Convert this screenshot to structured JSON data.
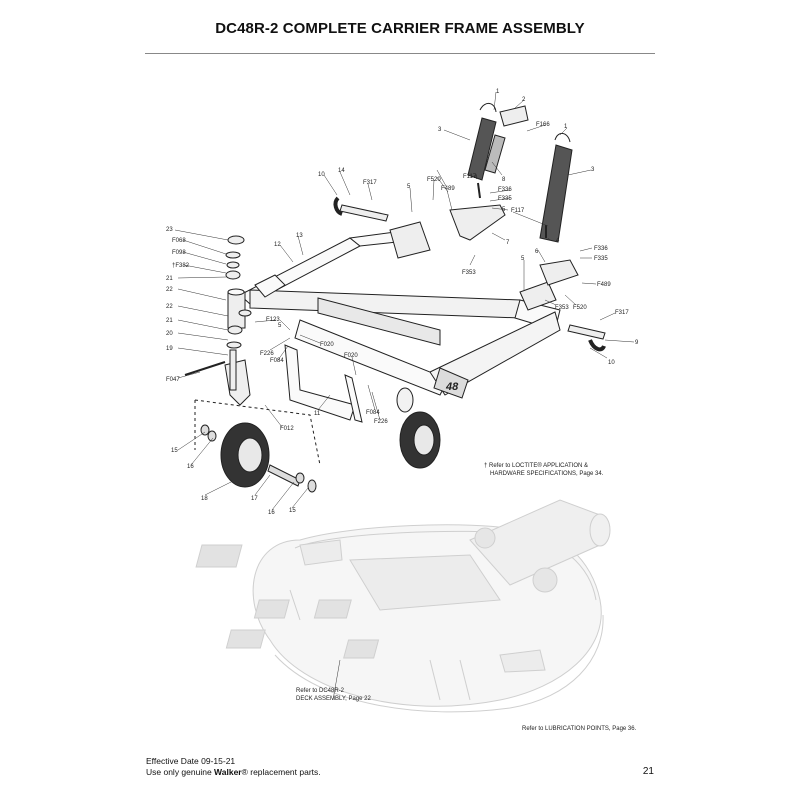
{
  "page": {
    "title": "DC48R-2 COMPLETE CARRIER FRAME ASSEMBLY",
    "page_number": "21"
  },
  "notes": {
    "loctite_line1": "† Refer to LOCTITE® APPLICATION &",
    "loctite_line2": "HARDWARE SPECIFICATIONS, Page 34.",
    "deck_line1": "Refer to DC48R-2",
    "deck_line2": "DECK ASSEMBLY, Page 22",
    "lubrication": "Refer to LUBRICATION POINTS, Page 36."
  },
  "footer": {
    "effective_date": "Effective Date 09-15-21",
    "genuine_prefix": "Use only genuine ",
    "brand": "Walker",
    "genuine_suffix": "® replacement parts."
  },
  "frame_decal": "48",
  "callouts": [
    {
      "id": "c1",
      "text": "1"
    },
    {
      "id": "c2",
      "text": "2"
    },
    {
      "id": "c3",
      "text": "3"
    },
    {
      "id": "c4",
      "text": "F166"
    },
    {
      "id": "c5",
      "text": "1"
    },
    {
      "id": "c6",
      "text": "3"
    },
    {
      "id": "c7",
      "text": "8"
    },
    {
      "id": "c8",
      "text": "F117"
    },
    {
      "id": "c9",
      "text": "4"
    },
    {
      "id": "c10",
      "text": "F336"
    },
    {
      "id": "c11",
      "text": "F335"
    },
    {
      "id": "c12",
      "text": "5"
    },
    {
      "id": "c13",
      "text": "F117"
    },
    {
      "id": "c14",
      "text": "4"
    },
    {
      "id": "c15",
      "text": "F520"
    },
    {
      "id": "c16",
      "text": "F489"
    },
    {
      "id": "c17",
      "text": "5"
    },
    {
      "id": "c18",
      "text": "F317"
    },
    {
      "id": "c19",
      "text": "10"
    },
    {
      "id": "c20",
      "text": "14"
    },
    {
      "id": "c21",
      "text": "7"
    },
    {
      "id": "c22",
      "text": "F353"
    },
    {
      "id": "c23",
      "text": "6"
    },
    {
      "id": "c24",
      "text": "F336"
    },
    {
      "id": "c25",
      "text": "F335"
    },
    {
      "id": "c26",
      "text": "5"
    },
    {
      "id": "c27",
      "text": "F489"
    },
    {
      "id": "c28",
      "text": "F353"
    },
    {
      "id": "c29",
      "text": "F520"
    },
    {
      "id": "c30",
      "text": "F317"
    },
    {
      "id": "c31",
      "text": "9"
    },
    {
      "id": "c32",
      "text": "10"
    },
    {
      "id": "c33",
      "text": "23"
    },
    {
      "id": "c34",
      "text": "F068"
    },
    {
      "id": "c35",
      "text": "F098"
    },
    {
      "id": "c36",
      "text": "†F382"
    },
    {
      "id": "c37",
      "text": "21"
    },
    {
      "id": "c38",
      "text": "22"
    },
    {
      "id": "c39",
      "text": "12"
    },
    {
      "id": "c40",
      "text": "13"
    },
    {
      "id": "c41",
      "text": "22"
    },
    {
      "id": "c42",
      "text": "21"
    },
    {
      "id": "c43",
      "text": "20"
    },
    {
      "id": "c44",
      "text": "19"
    },
    {
      "id": "c45",
      "text": "F047"
    },
    {
      "id": "c46",
      "text": "F123"
    },
    {
      "id": "c47",
      "text": "5"
    },
    {
      "id": "c48",
      "text": "F226"
    },
    {
      "id": "c49",
      "text": "F084"
    },
    {
      "id": "c50",
      "text": "F020"
    },
    {
      "id": "c51",
      "text": "F020"
    },
    {
      "id": "c52",
      "text": "F084"
    },
    {
      "id": "c53",
      "text": "F226"
    },
    {
      "id": "c54",
      "text": "11"
    },
    {
      "id": "c55",
      "text": "F012"
    },
    {
      "id": "c56",
      "text": "15"
    },
    {
      "id": "c57",
      "text": "16"
    },
    {
      "id": "c58",
      "text": "18"
    },
    {
      "id": "c59",
      "text": "17"
    },
    {
      "id": "c60",
      "text": "16"
    },
    {
      "id": "c61",
      "text": "15"
    }
  ]
}
